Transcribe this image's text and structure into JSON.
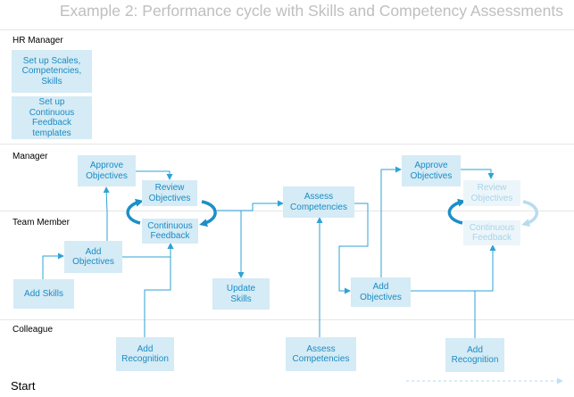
{
  "title": "Example 2: Performance cycle with Skills and Competency Assessments",
  "lanes": {
    "hr_manager": "HR Manager",
    "manager": "Manager",
    "team_member": "Team Member",
    "colleague": "Colleague"
  },
  "boxes": {
    "setup_scales": "Set up Scales,\nCompetencies,\nSkills",
    "setup_feedback": "Set up\nContinuous\nFeedback\ntemplates",
    "approve_objectives_1": "Approve\nObjectives",
    "review_objectives_1": "Review\nObjectives",
    "continuous_feedback_1": "Continuous\nFeedback",
    "add_objectives_1": "Add\nObjectives",
    "add_skills": "Add Skills",
    "update_skills": "Update\nSkills",
    "assess_competencies_mgr": "Assess\nCompetencies",
    "add_recognition_1": "Add\nRecognition",
    "assess_competencies_col": "Assess\nCompetencies",
    "approve_objectives_2": "Approve\nObjectives",
    "review_objectives_2": "Review\nObjectives",
    "continuous_feedback_2": "Continuous\nFeedback",
    "add_objectives_2": "Add\nObjectives",
    "add_recognition_2": "Add\nRecognition"
  },
  "start_label": "Start",
  "colors": {
    "box_fill": "#d5ebf5",
    "box_text": "#1a8bc4",
    "connector": "#2ea3d6",
    "faded_fill": "#ecf6fa",
    "faded_text": "#a7d4ea",
    "title": "#bfbfbf"
  }
}
